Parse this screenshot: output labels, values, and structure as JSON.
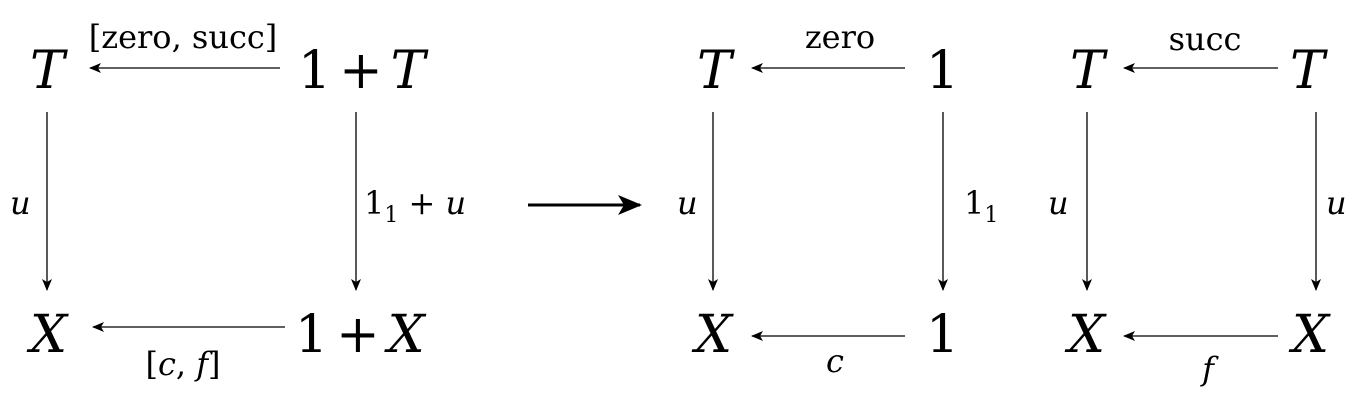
{
  "diagram_1": {
    "nodes": {
      "top_left": "T",
      "top_right_one": "1",
      "top_right_plus": "+",
      "top_right_var": "T",
      "bottom_left": "X",
      "bottom_right_one": "1",
      "bottom_right_plus": "+",
      "bottom_right_var": "X"
    },
    "labels": {
      "top": "[zero, succ]",
      "bottom_open": "[",
      "bottom_c": "c",
      "bottom_comma": ", ",
      "bottom_f": "f",
      "bottom_close": "]",
      "left": "u",
      "right_one": "1",
      "right_sub": "1",
      "right_plus": " + ",
      "right_u": "u"
    }
  },
  "diagram_2": {
    "nodes": {
      "top_left": "T",
      "top_right": "1",
      "bottom_left": "X",
      "bottom_right": "1"
    },
    "labels": {
      "top": "zero",
      "bottom": "c",
      "left": "u",
      "right_one": "1",
      "right_sub": "1"
    }
  },
  "diagram_3": {
    "nodes": {
      "top_left": "T",
      "top_right": "T",
      "bottom_left": "X",
      "bottom_right": "X"
    },
    "labels": {
      "top": "succ",
      "bottom": "f",
      "left": "u",
      "right": "u"
    }
  }
}
